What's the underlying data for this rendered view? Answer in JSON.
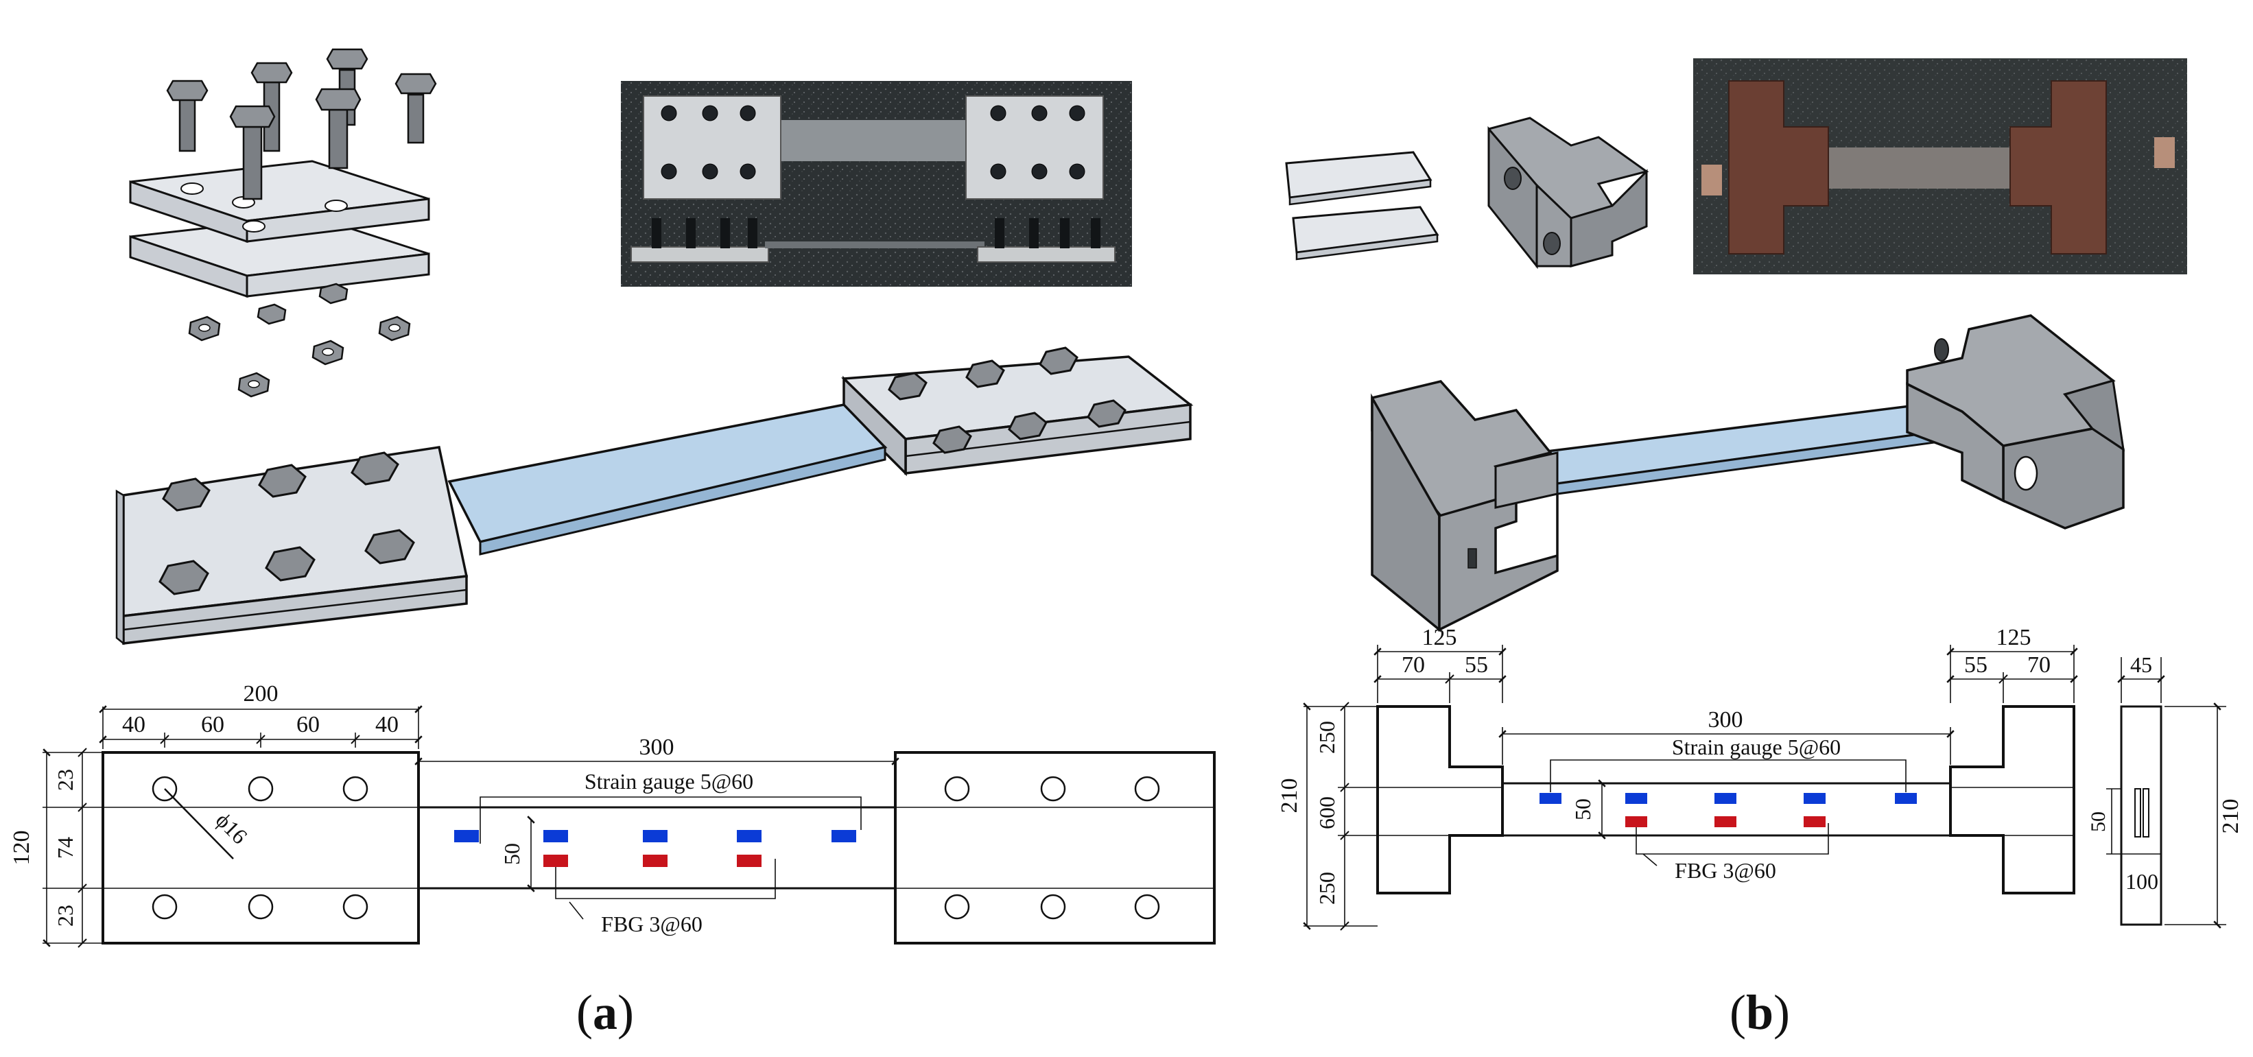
{
  "panel_a": {
    "caption_open": "(",
    "caption_letter": "a",
    "caption_close": ")",
    "drawing": {
      "dim_total_top": "200",
      "dim_seg_1": "40",
      "dim_seg_2": "60",
      "dim_seg_3": "60",
      "dim_seg_4": "40",
      "dim_span": "300",
      "strain_gauge": "Strain gauge 5@60",
      "fbg": "FBG 3@60",
      "hole_dia": "ϕ16",
      "dim_height_total": "120",
      "dim_edge_top": "23",
      "dim_mid": "74",
      "dim_edge_bottom": "23",
      "dim_strip_width": "50"
    }
  },
  "panel_b": {
    "caption_open": "(",
    "caption_letter": "b",
    "caption_close": ")",
    "drawing": {
      "dim_left_total": "125",
      "dim_left_1": "70",
      "dim_left_2": "55",
      "dim_right_total": "125",
      "dim_right_1": "55",
      "dim_right_2": "70",
      "dim_span": "300",
      "strain_gauge": "Strain gauge 5@60",
      "fbg": "FBG 3@60",
      "dim_height_total": "210",
      "dim_top": "250",
      "dim_mid": "600",
      "dim_bottom": "250",
      "dim_strip_width": "50",
      "side_width": "45",
      "side_height": "210",
      "side_slot": "50",
      "side_base": "100"
    }
  },
  "colors": {
    "plate": "#dfe3e8",
    "plate_side": "#c3c8cf",
    "strip": "#b9d3ea",
    "block": "#9a9ea3",
    "block_dark": "#7f8388",
    "gauge_blue": "#0b3bd6",
    "fbg_red": "#c8141c"
  }
}
